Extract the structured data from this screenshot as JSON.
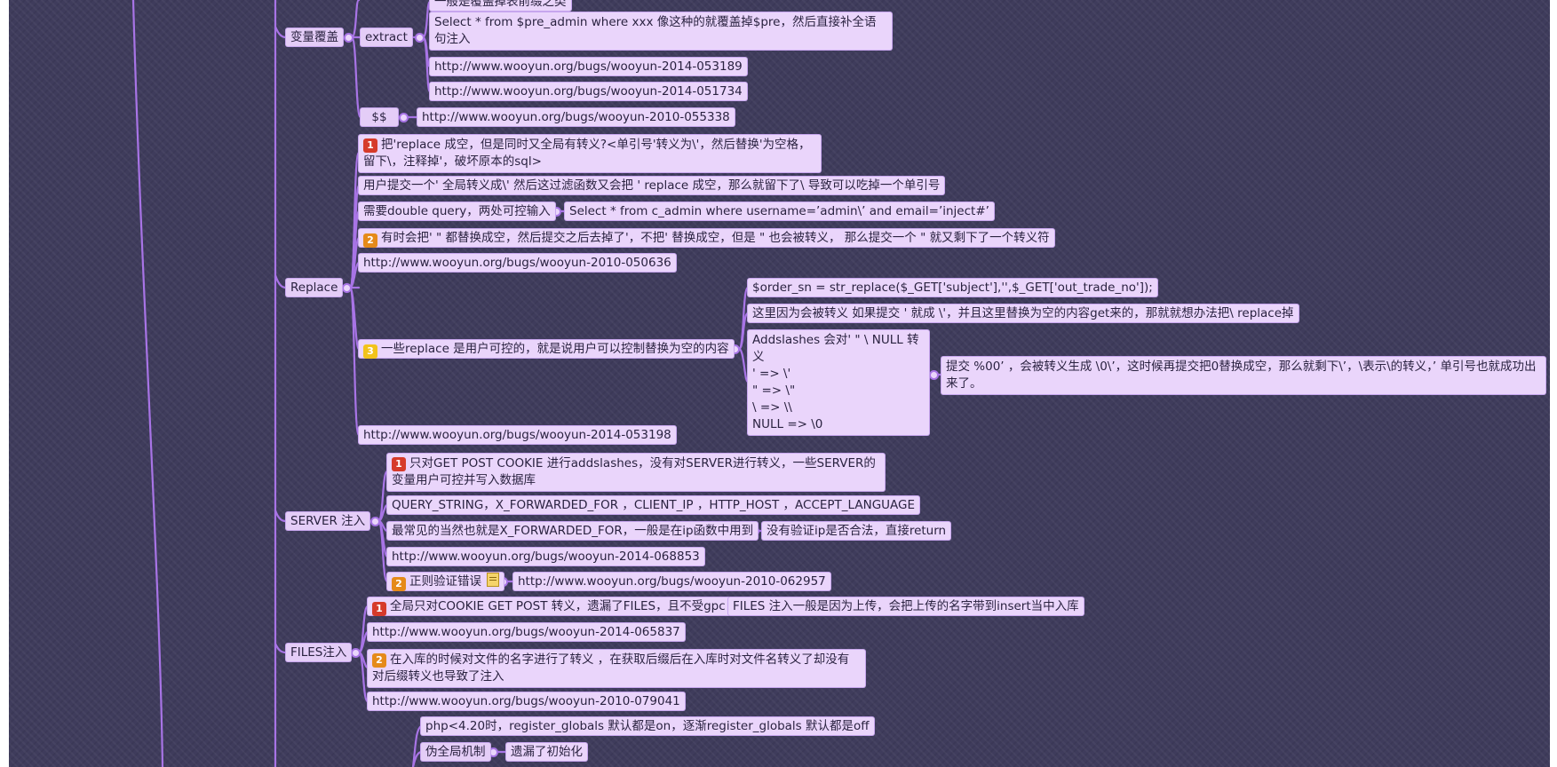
{
  "mindmap": {
    "topics": {
      "var_overwrite": "变量覆盖",
      "extract": "extract",
      "double_dollar": "$$",
      "replace": "Replace",
      "server": "SERVER 注入",
      "files": "FILES注入",
      "pseudo_global": "伪全局机制"
    },
    "extract_children": [
      "一般是覆盖掉表前缀之类",
      "Select * from $pre_admin where xxx 像这种的就覆盖掉$pre，然后直接补全语句注入",
      "http://www.wooyun.org/bugs/wooyun-2014-053189",
      "http://www.wooyun.org/bugs/wooyun-2014-051734"
    ],
    "dollar_child": "http://www.wooyun.org/bugs/wooyun-2010-055338",
    "replace_children": {
      "item1": "把'replace 成空，但是同时又全局有转义?<单引号'转义为\\'，然后替换'为空格，留下\\，注释掉'，破坏原本的sql>",
      "item2": "用户提交一个' 全局转义成\\' 然后这过滤函数又会把 ' replace 成空，那么就留下了\\ 导致可以吃掉一个单引号",
      "item3": "需要double query，两处可控输入",
      "item3_child": "Select * from c_admin where username=’admin\\’ and email=’inject#’",
      "item4": "有时会把' \" 都替换成空，然后提交之后去掉了'，不把' 替换成空，但是 \" 也会被转义， 那么提交一个 \" 就又剩下了一个转义符",
      "item5": "http://www.wooyun.org/bugs/wooyun-2010-050636",
      "item6": "一些replace 是用户可控的，就是说用户可以控制替换为空的内容",
      "item6_child1": "$order_sn = str_replace($_GET['subject'],'',$_GET['out_trade_no']);",
      "item6_child2": "这里因为会被转义 如果提交 ' 就成 \\'，并且这里替换为空的内容get来的，那就就想办法把\\ replace掉",
      "item6_child3_lines": [
        "Addslashes 会对' \" \\ NULL 转义",
        "' => \\'",
        "\" => \\\"",
        "\\ => \\\\",
        "NULL => \\0"
      ],
      "item6_child3_child": "提交 %00’ ，会被转义生成 \\0\\’，这时候再提交把0替换成空，那么就剩下\\’，\\表示\\的转义，’ 单引号也就成功出来了。",
      "item7": "http://www.wooyun.org/bugs/wooyun-2014-053198"
    },
    "server_children": {
      "item1": "只对GET POST COOKIE 进行addslashes，没有对SERVER进行转义，一些SERVER的变量用户可控并写入数据库",
      "item2": "QUERY_STRING，X_FORWARDED_FOR ，CLIENT_IP ，HTTP_HOST ，ACCEPT_LANGUAGE",
      "item3": "最常见的当然也就是X_FORWARDED_FOR，一般是在ip函数中用到",
      "item3_child": "没有验证ip是否合法，直接return",
      "item4": "http://www.wooyun.org/bugs/wooyun-2014-068853",
      "item5": "正则验证错误",
      "item5_child": "http://www.wooyun.org/bugs/wooyun-2010-062957"
    },
    "files_children": {
      "item1": "全局只对COOKIE GET POST 转义，遗漏了FILES，且不受gpc",
      "item1_child": "FILES 注入一般是因为上传，会把上传的名字带到insert当中入库",
      "item2": "http://www.wooyun.org/bugs/wooyun-2014-065837",
      "item3": "在入库的时候对文件的名字进行了转义 ，在获取后缀后在入库时对文件名转义了却没有对后缀转义也导致了注入",
      "item4": "http://www.wooyun.org/bugs/wooyun-2010-079041"
    },
    "pseudo_children": {
      "item1": "php<4.20时，register_globals 默认都是on，逐渐register_globals 默认都是off",
      "item2": "遗漏了初始化"
    },
    "priority_badges": {
      "p1": "1",
      "p2": "2",
      "p3": "3"
    },
    "colors": {
      "background": "#3f3c5c",
      "node": "#ead5fb",
      "line": "#a874e6",
      "priority1": "#d63a2a",
      "priority2": "#e58a1a",
      "priority3": "#f2c31a"
    },
    "icons": {
      "note": "note-icon"
    }
  }
}
